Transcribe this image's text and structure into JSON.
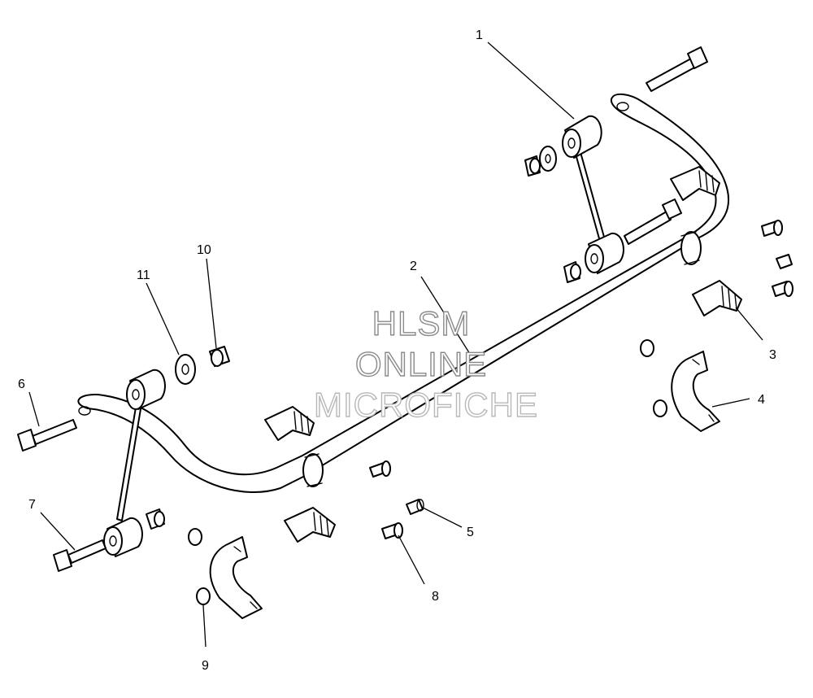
{
  "diagram": {
    "callouts": [
      "1",
      "2",
      "3",
      "4",
      "5",
      "6",
      "7",
      "8",
      "9",
      "10",
      "11"
    ],
    "watermark": {
      "line1": "HLSM",
      "line2": "ONLINE",
      "line3": "MICROFICHE"
    },
    "colors": {
      "line": "#000000",
      "background": "#ffffff",
      "watermark_outline": "#8a8a8a"
    }
  }
}
